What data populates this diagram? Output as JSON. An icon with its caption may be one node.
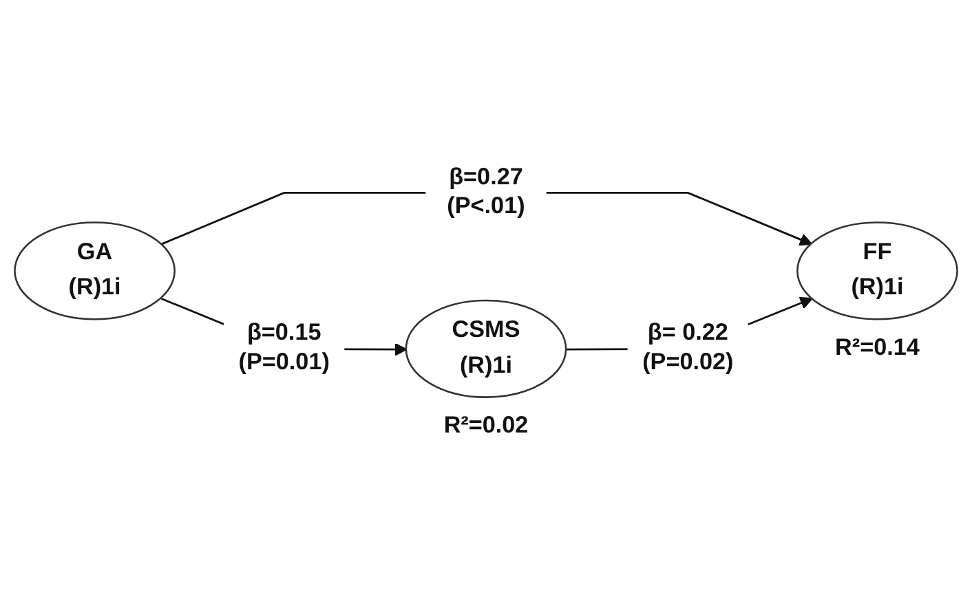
{
  "diagram": {
    "nodes": [
      {
        "text": [
          "GA",
          "(R)1i"
        ]
      },
      {
        "text": [
          "FF",
          "(R)1i"
        ],
        "beside": [
          "R²=0.14"
        ]
      },
      {
        "text": [
          "CSMS",
          "(R)1i"
        ],
        "beside": [
          "R²=0.02"
        ]
      }
    ],
    "edges": [
      {
        "from": 0,
        "to": 1,
        "arrow": "to",
        "label": "β=0.27 (P<.01)"
      },
      {
        "from": 0,
        "to": 2,
        "arrow": "to",
        "label": "β=0.15 (P=0.01)"
      },
      {
        "from": 2,
        "to": 1,
        "arrow": "to",
        "label": "β= 0.22 (P=0.02)"
      }
    ]
  }
}
